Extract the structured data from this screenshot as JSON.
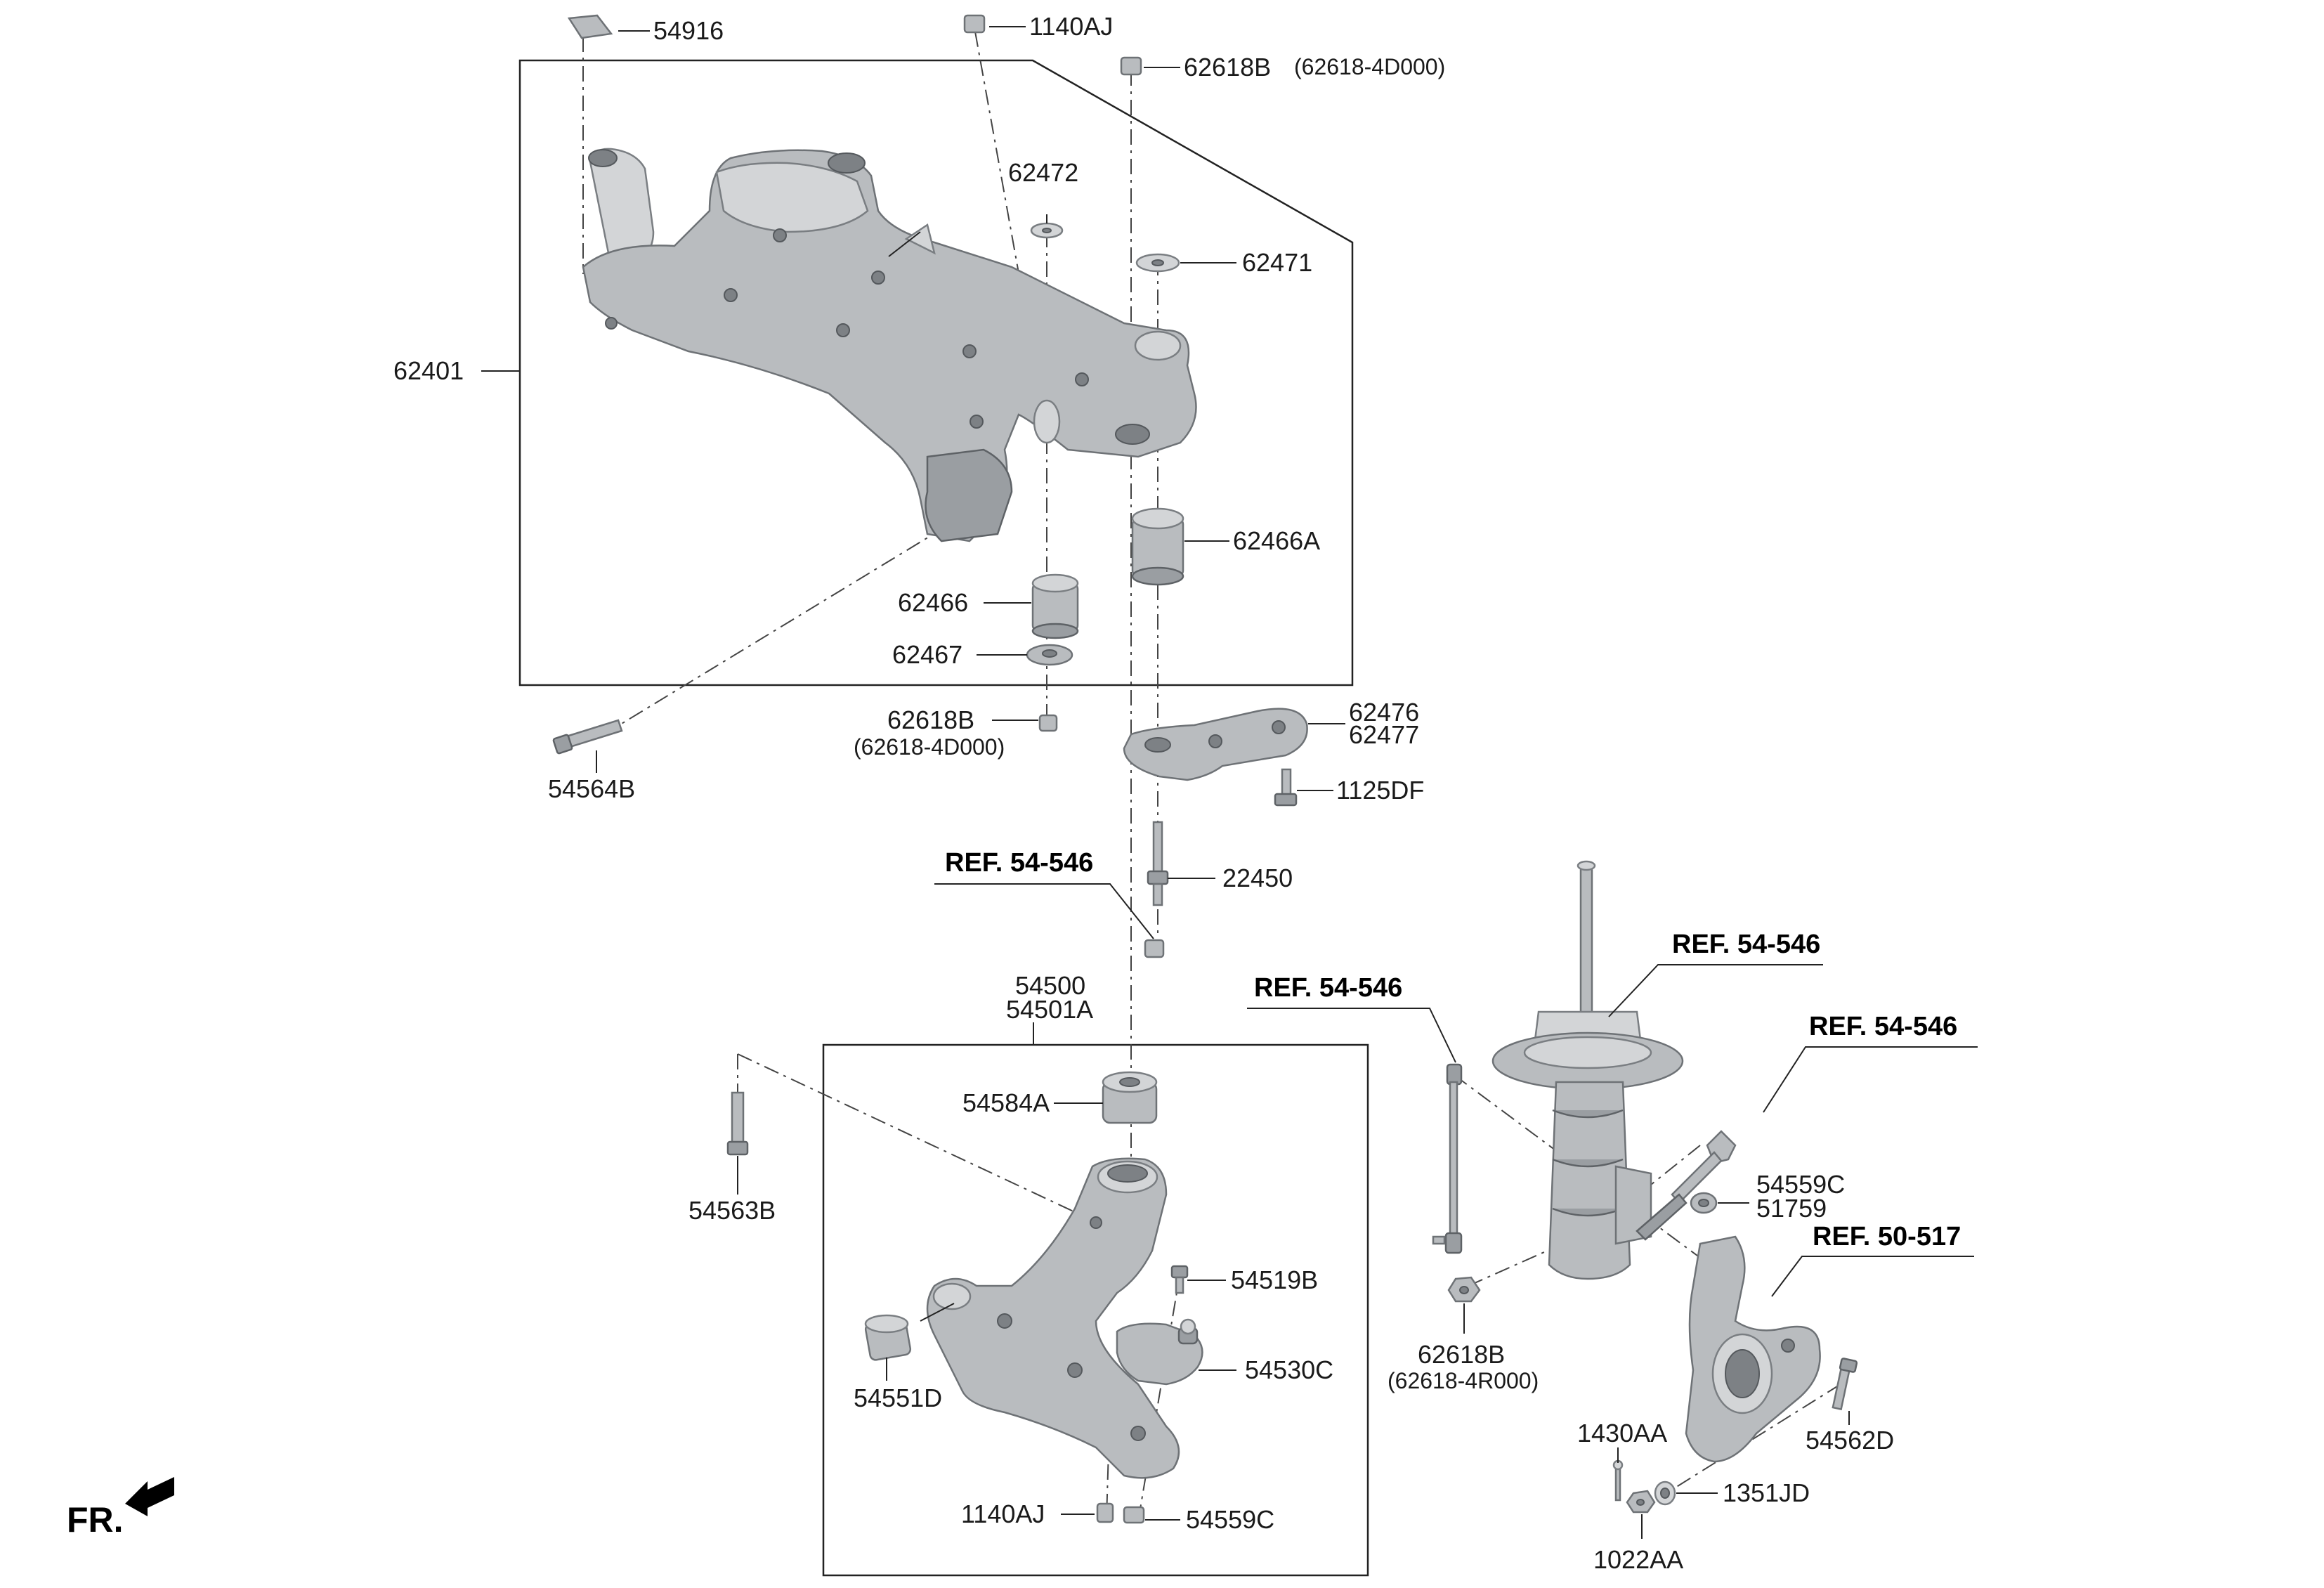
{
  "labels": {
    "p54916": "54916",
    "p1140AJ_top": "1140AJ",
    "p62618B_top": "62618B",
    "p62618B_top_alt": "(62618-4D000)",
    "p62472": "62472",
    "p62471": "62471",
    "p62401": "62401",
    "p62466A": "62466A",
    "p62466": "62466",
    "p62467": "62467",
    "p62618B_mid": "62618B",
    "p62618B_mid_alt": "(62618-4D000)",
    "p62476": "62476",
    "p62477": "62477",
    "p54564B": "54564B",
    "p1125DF": "1125DF",
    "p22450": "22450",
    "p54500": "54500",
    "p54501A": "54501A",
    "p54584A": "54584A",
    "p54563B": "54563B",
    "p54519B": "54519B",
    "p54551D": "54551D",
    "p54530C": "54530C",
    "p1140AJ_bot": "1140AJ",
    "p54559C_bot": "54559C",
    "p54559C_right": "54559C",
    "p51759": "51759",
    "p62618B_low": "62618B",
    "p62618B_low_alt": "(62618-4R000)",
    "p54562D": "54562D",
    "p1430AA": "1430AA",
    "p1351JD": "1351JD",
    "p1022AA": "1022AA"
  },
  "refs": {
    "ref_center": "REF. 54-546",
    "ref_stabilizer": "REF. 54-546",
    "ref_strut": "REF. 54-546",
    "ref_bolt": "REF. 54-546",
    "ref_knuckle": "REF. 50-517"
  },
  "direction": {
    "text": "FR."
  }
}
